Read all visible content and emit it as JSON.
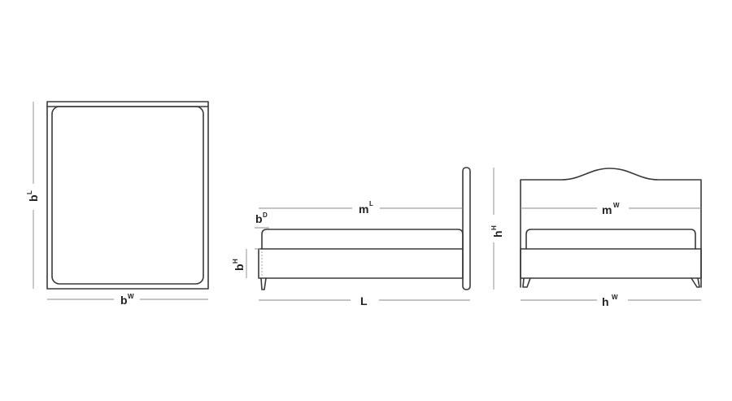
{
  "top_view": {
    "length_label": "b",
    "length_sup": "L",
    "width_label": "b",
    "width_sup": "W"
  },
  "side_view": {
    "mattress_label": "m",
    "mattress_sup": "L",
    "depth_label": "b",
    "depth_sup": "D",
    "base_height_label": "b",
    "base_height_sup": "H",
    "length_label": "L"
  },
  "front_view": {
    "mattress_label": "m",
    "mattress_sup": "W",
    "height_label": "h",
    "height_sup": "H",
    "width_label": "h",
    "width_sup": "W"
  },
  "colors": {
    "stroke": "#3a3a3a",
    "dim": "#8a8a8a",
    "text": "#222222"
  }
}
